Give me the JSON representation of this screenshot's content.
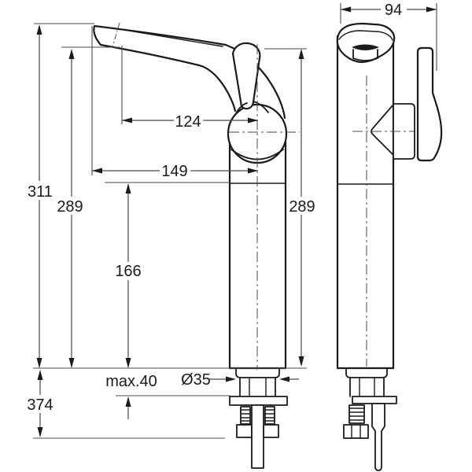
{
  "drawing": {
    "side_view": {
      "overall_height_mm": "311",
      "spout_outlet_height_mm": "289",
      "body_to_deck_height_mm": "166",
      "below_deck_length_mm": "374",
      "spout_reach_to_outlet_mm": "124",
      "spout_reach_to_tip_mm": "149",
      "handle_top_height_mm": "289",
      "max_deck_thickness_label": "max.40",
      "shank_diameter_label": "Ø35"
    },
    "front_view": {
      "overall_width_mm": "94"
    },
    "colors": {
      "part_outline": "#1b1b1b",
      "dimension_lines": "#4a4a4a",
      "background": "#ffffff"
    }
  }
}
